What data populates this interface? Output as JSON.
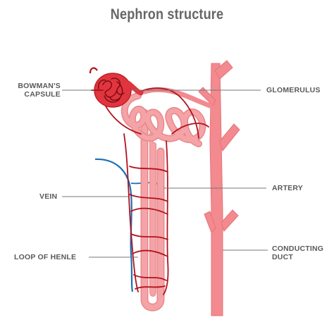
{
  "title": "Nephron structure",
  "labels": {
    "bowman_line1": "BOWMAN'S",
    "bowman_line2": "CAPSULE",
    "glomerulus": "GLOMERULUS",
    "vein": "VEIN",
    "artery": "ARTERY",
    "loop_of_henle": "LOOP OF HENLE",
    "conducting_line1": "CONDUCTING",
    "conducting_line2": "DUCT"
  },
  "colors": {
    "tubule": "#f4a3a6",
    "tubule_outline": "#e8888c",
    "artery": "#f28a8f",
    "capillary": "#b3121c",
    "vein": "#1f6fb5",
    "capsule": "#e0353f",
    "leader_line": "#777777",
    "label_text": "#5a5a5a"
  }
}
